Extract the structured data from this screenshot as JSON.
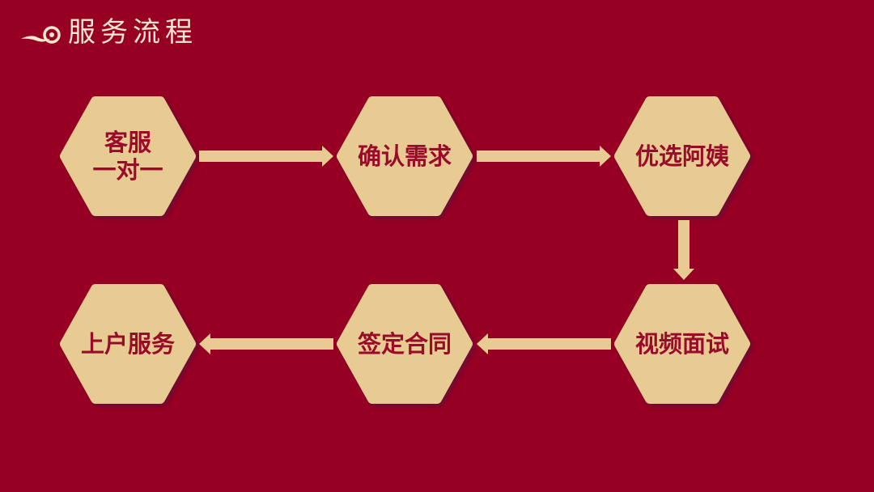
{
  "header": {
    "title": "服务流程",
    "logo_icon": "auspicious-cloud-icon"
  },
  "colors": {
    "background": "#970022",
    "hexagon": "#E8CB92",
    "text": "#9A0A2A",
    "title": "#F6E6CF"
  },
  "steps": [
    {
      "line1": "客服",
      "line2": "一对一"
    },
    {
      "line1": "确认需求",
      "line2": ""
    },
    {
      "line1": "优选阿姨",
      "line2": ""
    },
    {
      "line1": "视频面试",
      "line2": ""
    },
    {
      "line1": "签定合同",
      "line2": ""
    },
    {
      "line1": "上户服务",
      "line2": ""
    }
  ]
}
